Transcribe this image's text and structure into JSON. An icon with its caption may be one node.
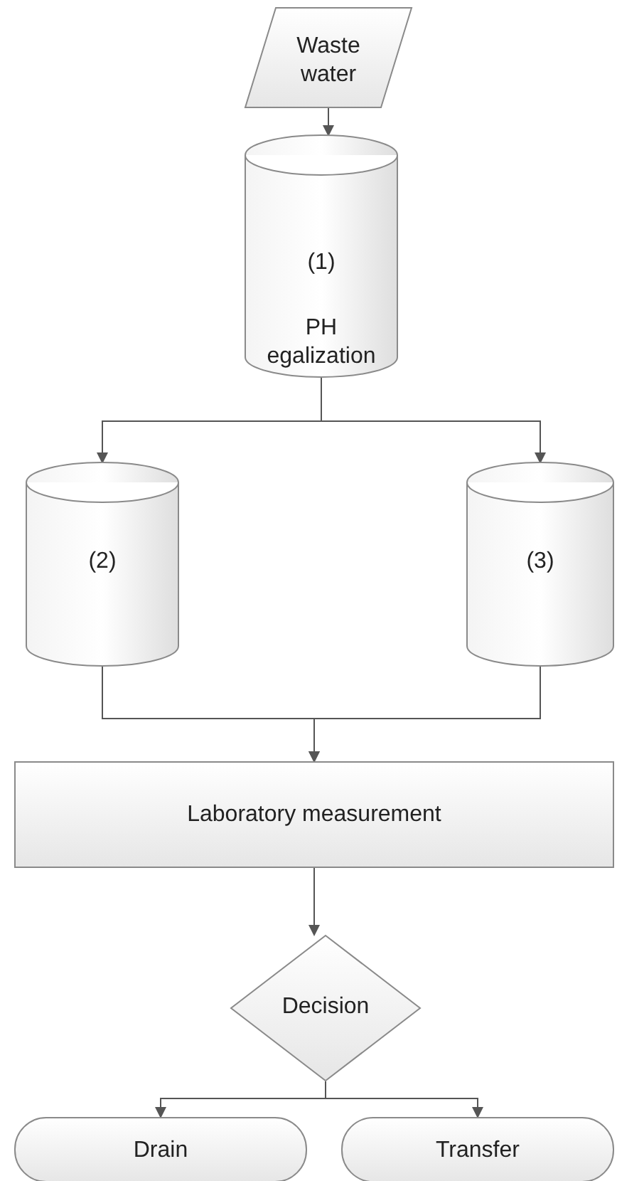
{
  "diagram": {
    "nodes": [
      {
        "text": [
          "Waste water"
        ]
      },
      {
        "text": [
          "(1)",
          "PH egalization"
        ]
      },
      {
        "text": [
          "(2)"
        ]
      },
      {
        "text": [
          "(3)"
        ]
      },
      {
        "text": [
          "Laboratory measurement"
        ]
      },
      {
        "text": [
          "Decision"
        ]
      },
      {
        "text": [
          "Drain"
        ]
      },
      {
        "text": [
          "Transfer"
        ]
      }
    ],
    "edges": [
      {
        "from": 0,
        "to": 1,
        "arrow": "to"
      },
      {
        "from": 1,
        "to": 2,
        "arrow": "to"
      },
      {
        "from": 1,
        "to": 3,
        "arrow": "to"
      },
      {
        "from": 2,
        "to": 4,
        "arrow": "to"
      },
      {
        "from": 3,
        "to": 4,
        "arrow": "to"
      },
      {
        "from": 4,
        "to": 5,
        "arrow": "to"
      },
      {
        "from": 5,
        "to": 6,
        "arrow": "to"
      },
      {
        "from": 5,
        "to": 7,
        "arrow": "to"
      }
    ]
  }
}
